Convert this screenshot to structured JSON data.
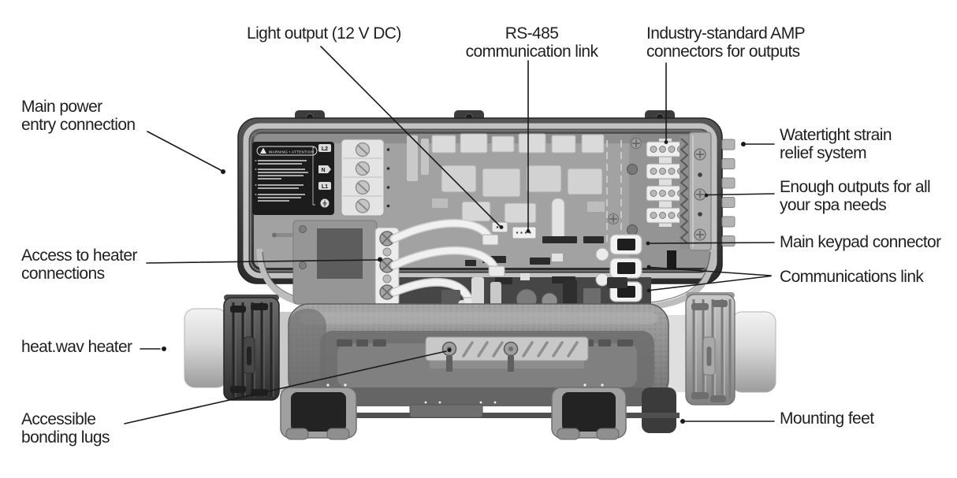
{
  "page": {
    "background": "#ffffff",
    "description": "Annotated cutaway diagram of a spa control pack with heat.wav heater"
  },
  "colors": {
    "label_text": "#1f1f1f",
    "leader_line": "#1a1a1a"
  },
  "callouts": {
    "light_output": {
      "lines": [
        "Light output (12 V DC)"
      ]
    },
    "rs485": {
      "lines": [
        "RS-485",
        "communication link"
      ]
    },
    "amp_connectors": {
      "lines": [
        "Industry-standard AMP",
        "connectors for outputs"
      ]
    },
    "main_power": {
      "lines": [
        "Main power",
        "entry connection"
      ]
    },
    "heater_access": {
      "lines": [
        "Access to heater",
        "connections"
      ]
    },
    "heatwav_heater": {
      "lines": [
        "heat.wav heater"
      ]
    },
    "bonding_lugs": {
      "lines": [
        "Accessible",
        "bonding lugs"
      ]
    },
    "strain_relief": {
      "lines": [
        "Watertight strain",
        "relief system"
      ]
    },
    "outputs": {
      "lines": [
        "Enough outputs for all",
        "your spa needs"
      ]
    },
    "keypad": {
      "lines": [
        "Main keypad connector"
      ]
    },
    "comms": {
      "lines": [
        "Communications link"
      ]
    },
    "mounting_feet": {
      "lines": [
        "Mounting feet"
      ]
    }
  },
  "device": {
    "warning_label": {
      "header": "WARNING • ATTENTION",
      "terminals": [
        "L2",
        "N",
        "L1"
      ]
    }
  }
}
